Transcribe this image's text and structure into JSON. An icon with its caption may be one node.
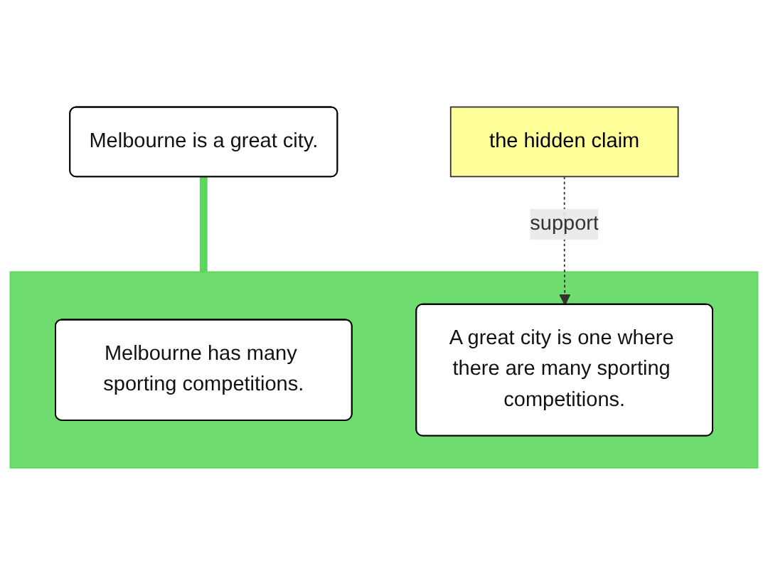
{
  "diagram": {
    "nodes": [
      {
        "text": [
          "Melbourne is a great city."
        ]
      },
      {
        "text": [],
        "shape": "bar"
      },
      {
        "text": [
          "Melbourne has many sporting competitions."
        ],
        "in": 1
      },
      {
        "text": [
          "A great city is one where there are many sporting competitions."
        ],
        "in": 1
      },
      {
        "text": [
          "the hidden claim"
        ]
      }
    ],
    "edges": [
      {
        "from": 0,
        "to": 1,
        "arrow": "none",
        "style": "thick",
        "color": "#5cd65c"
      },
      {
        "from": 4,
        "to": 3,
        "arrow": "to",
        "style": "dashed",
        "color": "#333333",
        "label": "support"
      }
    ]
  }
}
